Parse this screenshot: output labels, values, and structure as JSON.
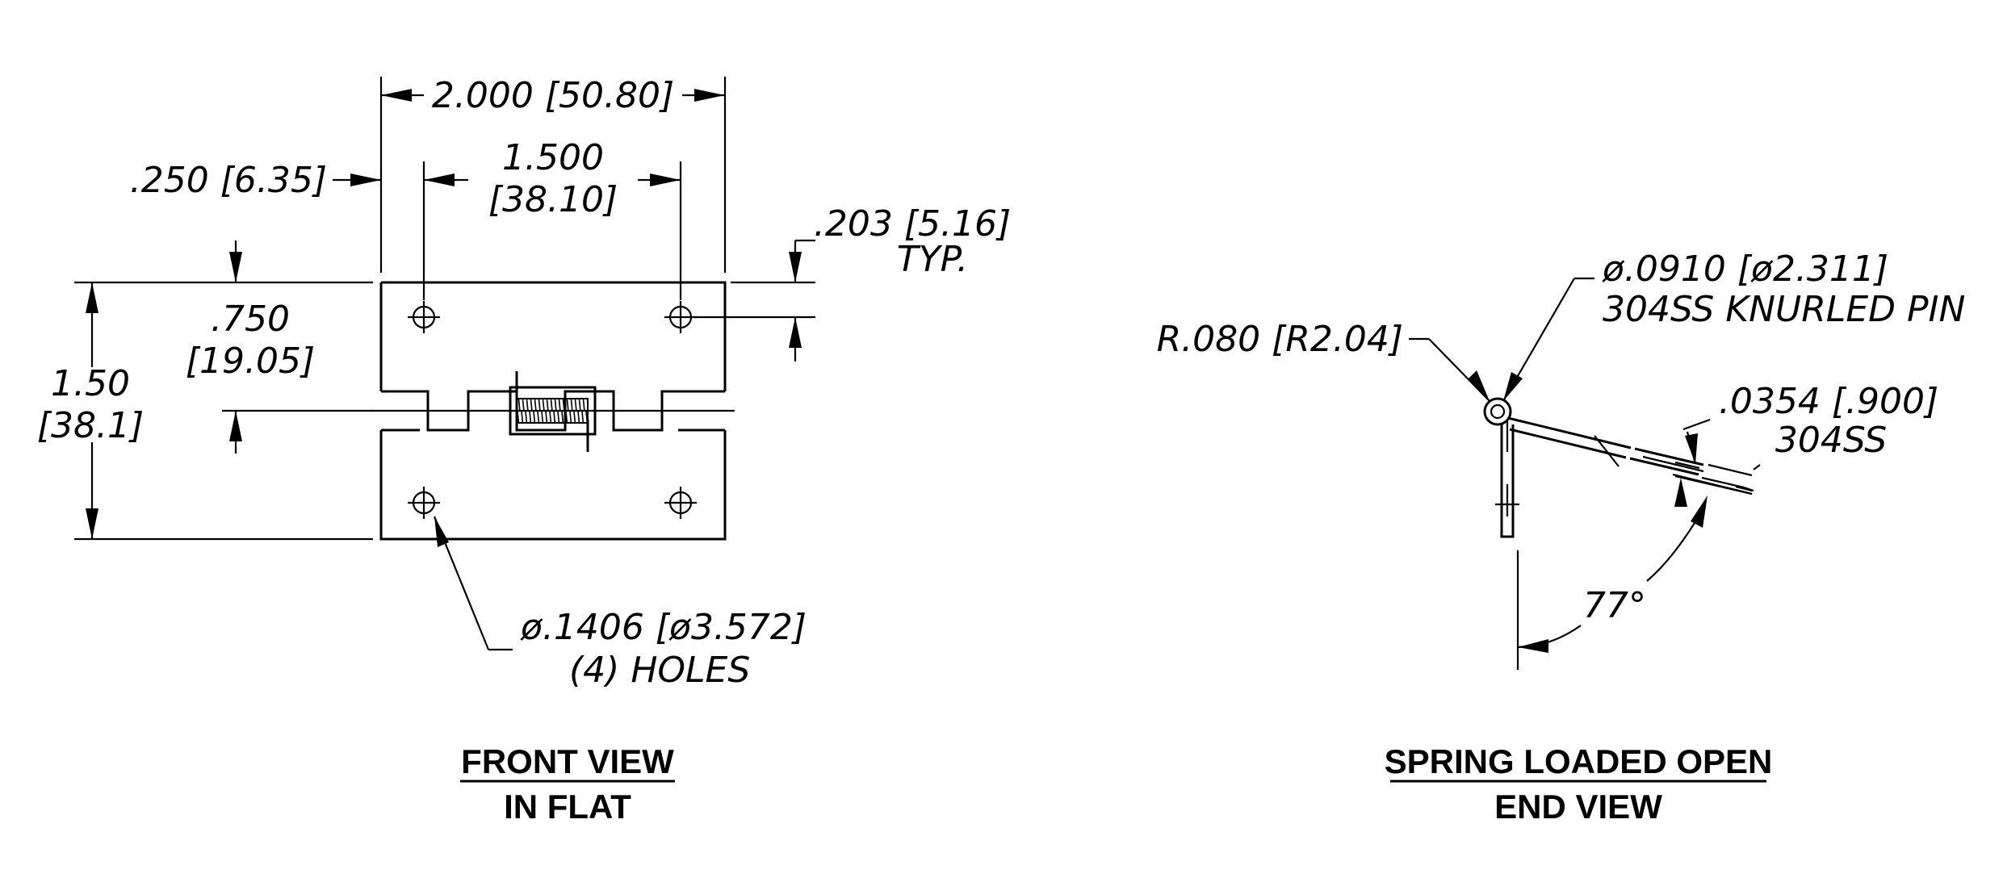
{
  "front_view": {
    "dim_overall_width": "2.000 [50.80]",
    "dim_hole_offset": ".250 [6.35]",
    "dim_hole_spacing_line1": "1.500",
    "dim_hole_spacing_line2": "[38.10]",
    "dim_edge_line1": ".203 [5.16]",
    "dim_edge_line2": "TYP.",
    "dim_leaf_line1": ".750",
    "dim_leaf_line2": "[19.05]",
    "dim_height_line1": "1.50",
    "dim_height_line2": "[38.1]",
    "hole_callout_line1": "ø.1406 [ø3.572]",
    "hole_callout_line2": "(4) HOLES",
    "title_line1": "FRONT VIEW",
    "title_line2": "IN FLAT"
  },
  "end_view": {
    "radius_label": "R.080 [R2.04]",
    "pin_line1": "ø.0910 [ø2.311]",
    "pin_line2": "304SS KNURLED PIN",
    "thickness_line1": ".0354 [.900]",
    "thickness_line2": "304SS",
    "angle_label": "77°",
    "title_line1": "SPRING LOADED OPEN",
    "title_line2": "END VIEW"
  }
}
